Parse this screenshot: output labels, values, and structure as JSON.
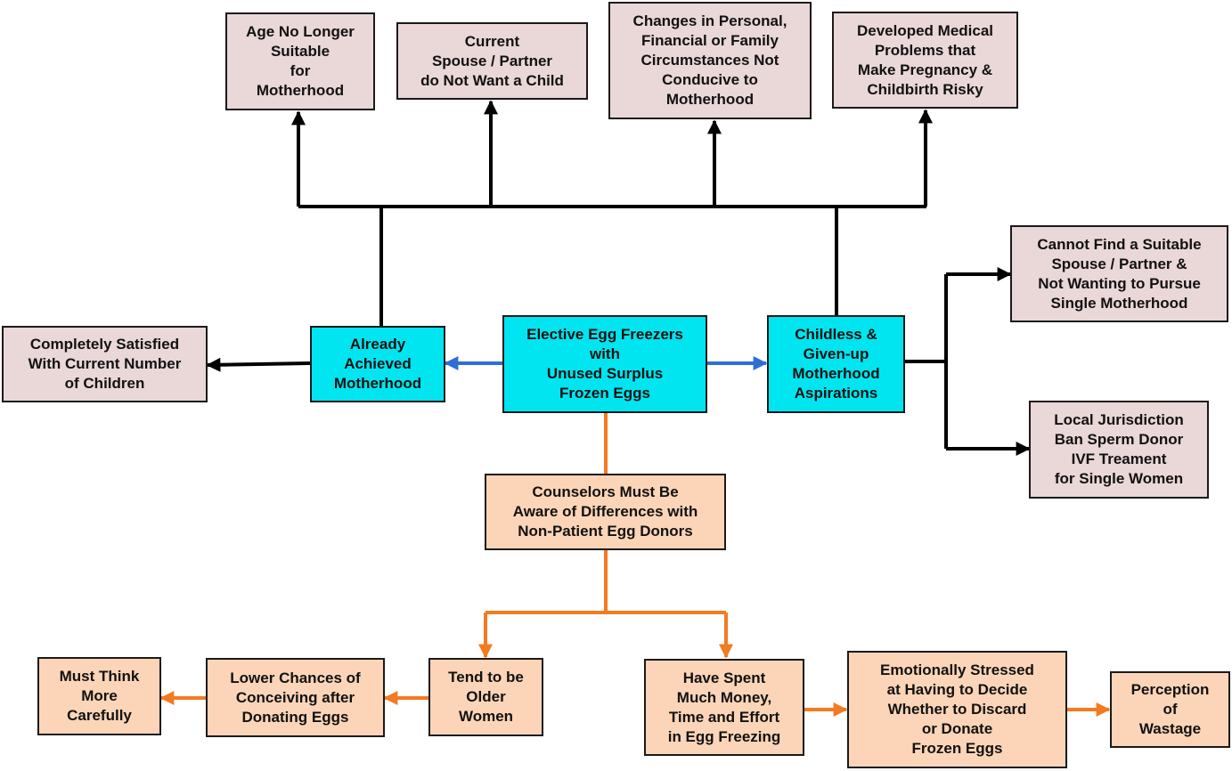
{
  "colors": {
    "pink_box": "#ead7d7",
    "cyan_box": "#00e5f0",
    "orange_box": "#fcd5b8",
    "black_arrow": "#000000",
    "blue_arrow": "#2e6fd6",
    "orange_arrow": "#f47a20"
  },
  "center": {
    "elective": "Elective Egg Freezers\nwith\nUnused Surplus\nFrozen Eggs",
    "achieved": "Already\nAchieved\nMotherhood",
    "childless": "Childless &\nGiven-up\nMotherhood\nAspirations"
  },
  "top": {
    "age": "Age No Longer\nSuitable\nfor\nMotherhood",
    "spouse": "Current\nSpouse / Partner\ndo Not Want a Child",
    "circumstances": "Changes in Personal,\nFinancial or Family\nCircumstances Not\nConducive to\nMotherhood",
    "medical": "Developed Medical\nProblems that\nMake Pregnancy &\nChildbirth Risky"
  },
  "left": {
    "satisfied": "Completely Satisfied\nWith Current Number\nof Children"
  },
  "right": {
    "cannot_find": "Cannot Find a Suitable\nSpouse / Partner &\nNot Wanting to Pursue\nSingle Motherhood",
    "jurisdiction": "Local Jurisdiction\nBan Sperm Donor\nIVF Treament\nfor Single Women"
  },
  "bottom": {
    "counselors": "Counselors Must Be\nAware of Differences with\nNon-Patient Egg Donors",
    "older": "Tend to be\nOlder\nWomen",
    "lower": "Lower Chances of\nConceiving after\nDonating Eggs",
    "think": "Must Think\nMore\nCarefully",
    "spent": "Have Spent\nMuch Money,\nTime and Effort\nin Egg Freezing",
    "stressed": "Emotionally Stressed\nat Having to Decide\nWhether to Discard\nor Donate\nFrozen Eggs",
    "wastage": "Perception\nof\nWastage"
  }
}
